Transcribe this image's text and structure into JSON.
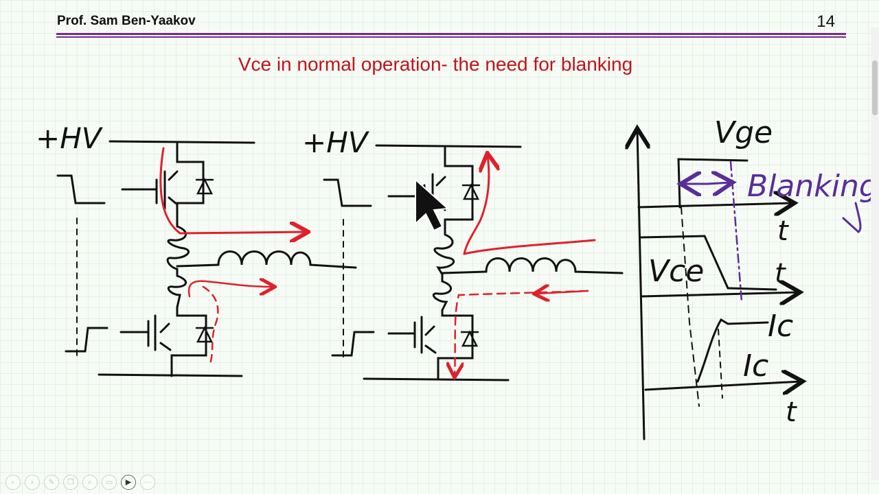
{
  "header": {
    "author": "Prof. Sam Ben-Yaakov",
    "page_number": "14"
  },
  "slide": {
    "title": "Vce in normal operation- the need for blanking"
  },
  "annotations": {
    "left_supply": "+HV",
    "middle_supply": "+HV",
    "vge": "Vge",
    "blanking": "Blanking",
    "t1": "t",
    "vce": "Vce",
    "t2": "t",
    "ic1": "Ic",
    "ic2": "Ic",
    "t3": "t"
  },
  "colors": {
    "title": "#c0141b",
    "header_rule": "#7a2a8a",
    "ink": "#111111",
    "current_path": "#e0202a",
    "blanking": "#5a2d9a"
  },
  "toolbar": {
    "buttons": [
      {
        "icon": "prev-icon",
        "glyph": "‹"
      },
      {
        "icon": "next-icon",
        "glyph": "›"
      },
      {
        "icon": "pen-icon",
        "glyph": "✎"
      },
      {
        "icon": "copy-icon",
        "glyph": "❐"
      },
      {
        "icon": "zoom-icon",
        "glyph": "⌕"
      },
      {
        "icon": "screen-icon",
        "glyph": "▭"
      },
      {
        "icon": "video-icon",
        "glyph": "▶"
      },
      {
        "icon": "more-icon",
        "glyph": "⋯"
      }
    ]
  }
}
